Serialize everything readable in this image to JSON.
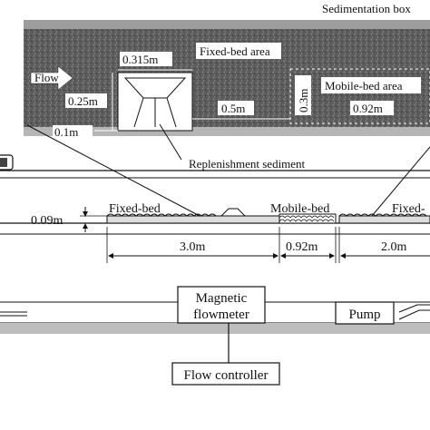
{
  "photo": {
    "sedimentation_box": "Sedimentation box",
    "flow": "Flow",
    "fixed_bed_area": "Fixed-bed area",
    "mobile_bed_area": "Mobile-bed area",
    "dim_0_315": "0.315m",
    "dim_0_25": "0.25m",
    "dim_0_5": "0.5m",
    "dim_0_3": "0.3m",
    "dim_0_92": "0.92m",
    "dim_0_1": "0.1m",
    "replenishment": "Replenishment sediment"
  },
  "side_view": {
    "fixed_bed_left": "Fixed-bed",
    "mobile_bed": "Mobile-bed",
    "fixed_bed_right": "Fixed-",
    "dim_0_09": "0.09m",
    "dim_3_0": "3.0m",
    "dim_0_92": "0.92m",
    "dim_2_0": "2.0m"
  },
  "system": {
    "magnetic_line1": "Magnetic",
    "magnetic_line2": "flowmeter",
    "pump": "Pump",
    "flow_controller": "Flow controller"
  },
  "colors": {
    "photo_bg": "#5a5a5a",
    "label_box": "#ffffff",
    "line": "#111111"
  }
}
